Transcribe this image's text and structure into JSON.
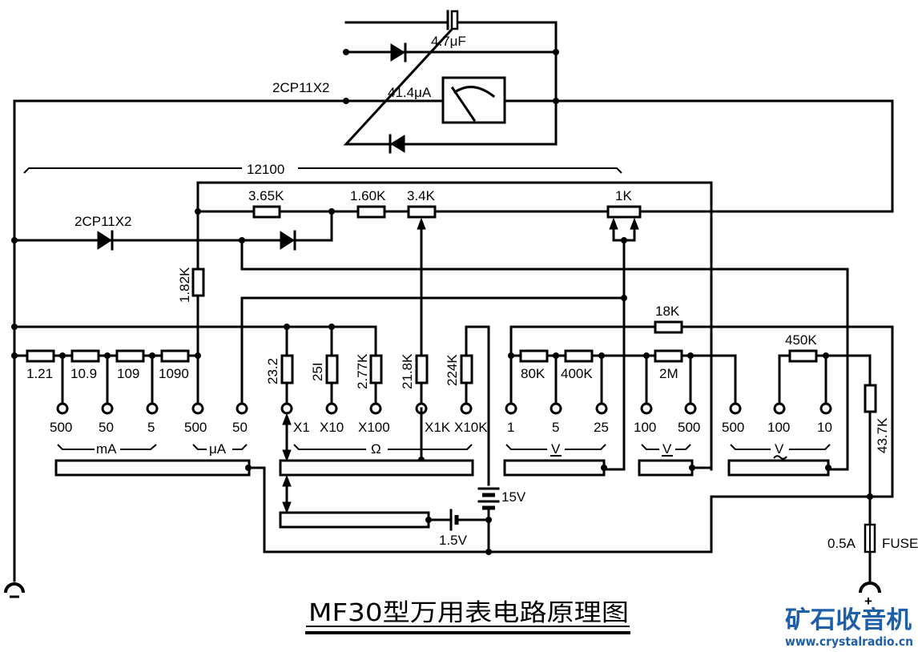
{
  "title": "MF30型万用表电路原理图",
  "watermark": {
    "name": "矿石收音机",
    "url": "www.crystalradio.cn",
    "color": "#1e5fa8"
  },
  "meter": {
    "capacitor": "4.7μF",
    "diodes": "2CP11X2",
    "movement": "41.4μA"
  },
  "network": {
    "total_resistance": "12100",
    "r_365k": "3.65K",
    "r_160k": "1.60K",
    "pot_34k": "3.4K",
    "pot_1k": "1K",
    "r_182k": "1.82K",
    "diodes": "2CP11X2"
  },
  "current_shunts": {
    "resistors": [
      "1.21",
      "10.9",
      "109",
      "1090"
    ],
    "ma_terminals": [
      "500",
      "50",
      "5"
    ],
    "ua_terminals": [
      "500",
      "50"
    ],
    "ma_unit": "mA",
    "ua_unit": "μA"
  },
  "ohm_range": {
    "resistors": [
      "23.2",
      "25I",
      "2.77K",
      "21.8K",
      "224K"
    ],
    "terminals": [
      "X1",
      "X10",
      "X100",
      "X1K",
      "X10K"
    ],
    "unit": "Ω"
  },
  "dcv_low": {
    "resistors": [
      "80K",
      "400K"
    ],
    "terminals": [
      "1",
      "5",
      "25"
    ],
    "unit": "V"
  },
  "dcv_high": {
    "resistor": "2M",
    "terminals": [
      "100",
      "500"
    ],
    "unit": "V",
    "r_18k": "18K"
  },
  "acv": {
    "resistor": "450K",
    "terminals": [
      "500",
      "100",
      "10"
    ],
    "unit": "V~",
    "r_437k": "43.7K"
  },
  "batteries": {
    "high": "15V",
    "low": "1.5V"
  },
  "fuse": {
    "rating": "0.5A",
    "label": "FUSE"
  },
  "probes": {
    "negative": "-",
    "positive": "+"
  }
}
